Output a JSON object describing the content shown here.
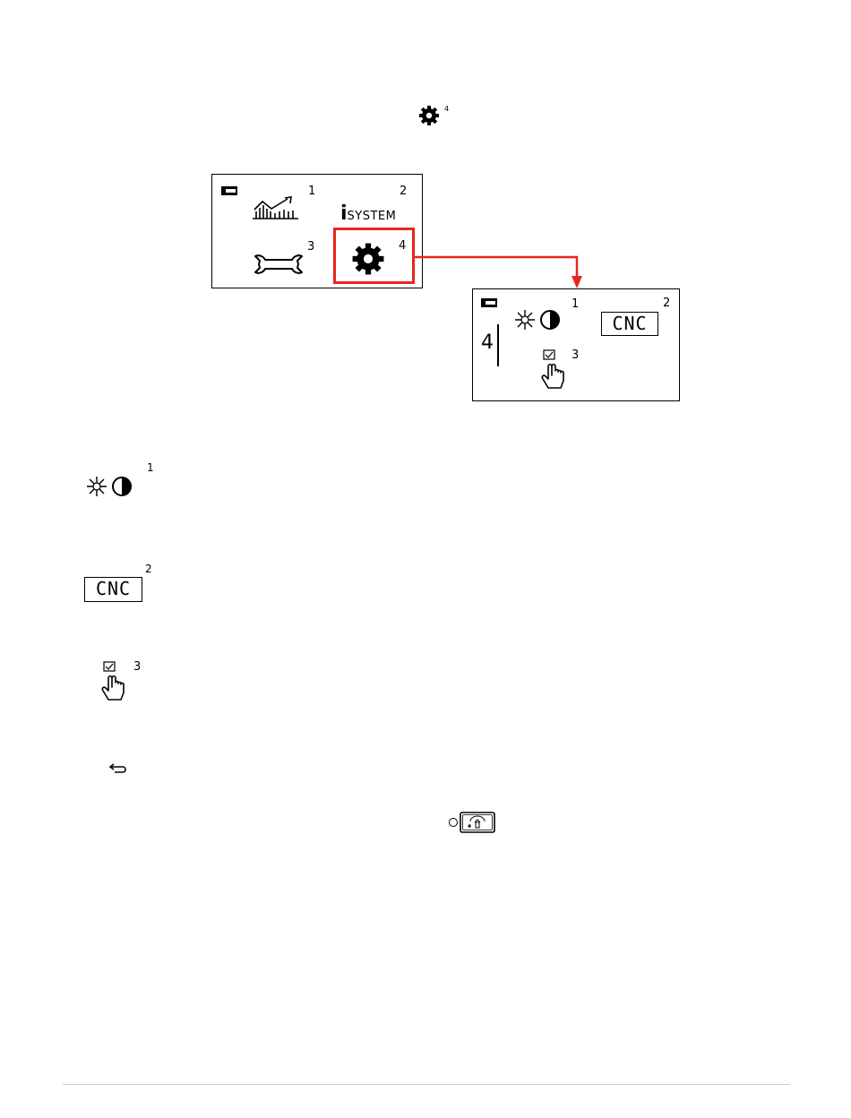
{
  "top": {
    "gear_index": "4"
  },
  "main_screen": {
    "items": [
      {
        "index": "1",
        "icon": "chart-icon"
      },
      {
        "index": "2",
        "icon": "i-system-icon",
        "label_i": "i",
        "label": "SYSTEM"
      },
      {
        "index": "3",
        "icon": "wrench-icon"
      },
      {
        "index": "4",
        "icon": "gear-icon"
      }
    ],
    "highlight_color": "#e8251f"
  },
  "sub_screen": {
    "side_number": "4",
    "items": [
      {
        "index": "1",
        "icon": "brightness-contrast-icon"
      },
      {
        "index": "2",
        "icon": "cnc-icon",
        "label": "CNC"
      },
      {
        "index": "3",
        "icon": "touch-checkbox-icon"
      }
    ]
  },
  "legend": {
    "items": [
      {
        "index": "1",
        "icon": "brightness-contrast-icon"
      },
      {
        "index": "2",
        "icon": "cnc-icon",
        "label": "CNC"
      },
      {
        "index": "3",
        "icon": "touch-checkbox-icon"
      }
    ],
    "back_icon": "back-arrow-icon",
    "key_icon": "home-key-icon"
  }
}
